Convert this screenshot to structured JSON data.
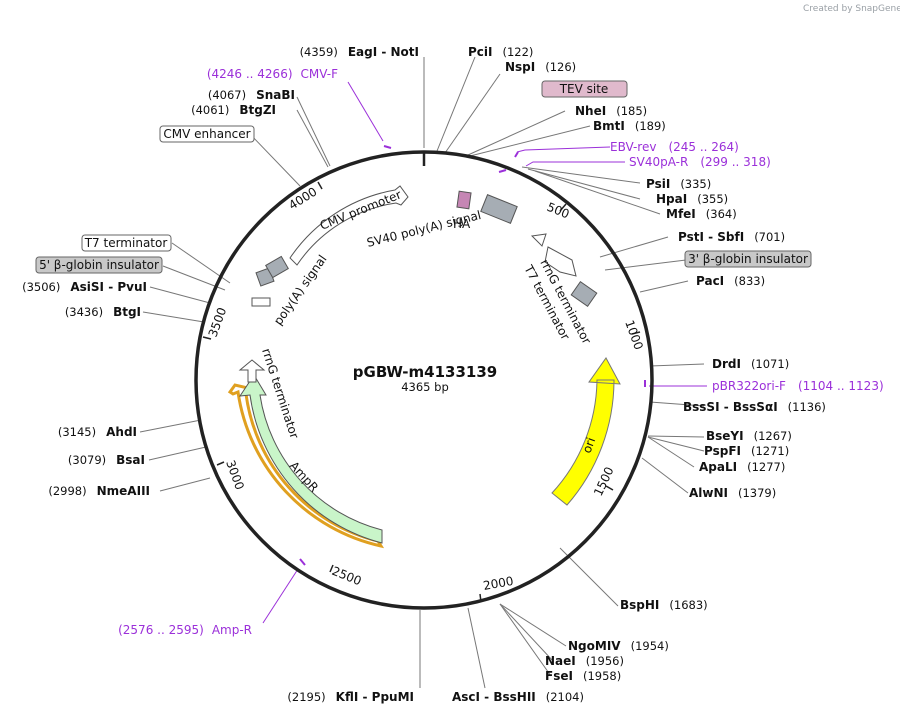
{
  "plasmid": {
    "name": "pGBW-m4133139",
    "length": "4365 bp"
  },
  "credit": "Created by SnapGene",
  "ticks": [
    "500",
    "1000",
    "1500",
    "2000",
    "2500",
    "3000",
    "3500",
    "4000"
  ],
  "features": {
    "ha": "HA",
    "cmv_promoter": "CMV promoter",
    "sv40_polya": "SV40 poly(A) signal",
    "polya_signal": "poly(A) signal",
    "rrng_right": "rrnG terminator",
    "t7_right": "T7 terminator",
    "ori": "ori",
    "rrng_left": "rrnG terminator",
    "ampr": "AmpR"
  },
  "boxed": {
    "tev_site": "TEV site",
    "cmv_enhancer": "CMV enhancer",
    "t7_terminator": "T7 terminator",
    "beta5": "5' β-globin insulator",
    "beta3": "3' β-globin insulator"
  },
  "sites": [
    {
      "side": "L",
      "pos": "(4359)",
      "name": "EagI  -  NotI"
    },
    {
      "side": "R",
      "pos": "(122)",
      "name": "PciI"
    },
    {
      "side": "R",
      "pos": "(126)",
      "name": "NspI"
    },
    {
      "side": "R",
      "pos": "(185)",
      "name": "NheI"
    },
    {
      "side": "R",
      "pos": "(189)",
      "name": "BmtI"
    },
    {
      "side": "R",
      "pos": "(335)",
      "name": "PsiI"
    },
    {
      "side": "R",
      "pos": "(355)",
      "name": "HpaI"
    },
    {
      "side": "R",
      "pos": "(364)",
      "name": "MfeI"
    },
    {
      "side": "R",
      "pos": "(701)",
      "name": "PstI  -  SbfI"
    },
    {
      "side": "R",
      "pos": "(833)",
      "name": "PacI"
    },
    {
      "side": "R",
      "pos": "(1071)",
      "name": "DrdI"
    },
    {
      "side": "R",
      "pos": "(1136)",
      "name": "BssSI  -  BssSαI"
    },
    {
      "side": "R",
      "pos": "(1267)",
      "name": "BseYI"
    },
    {
      "side": "R",
      "pos": "(1271)",
      "name": "PspFI"
    },
    {
      "side": "R",
      "pos": "(1277)",
      "name": "ApaLI"
    },
    {
      "side": "R",
      "pos": "(1379)",
      "name": "AlwNI"
    },
    {
      "side": "R",
      "pos": "(1683)",
      "name": "BspHI"
    },
    {
      "side": "R",
      "pos": "(1954)",
      "name": "NgoMIV"
    },
    {
      "side": "R",
      "pos": "(1956)",
      "name": "NaeI"
    },
    {
      "side": "R",
      "pos": "(1958)",
      "name": "FseI"
    },
    {
      "side": "R",
      "pos": "(2104)",
      "name": "AscI  -  BssHII"
    },
    {
      "side": "L",
      "pos": "(2195)",
      "name": "KflI  -  PpuMI"
    },
    {
      "side": "L",
      "pos": "(2998)",
      "name": "NmeAIII"
    },
    {
      "side": "L",
      "pos": "(3079)",
      "name": "BsaI"
    },
    {
      "side": "L",
      "pos": "(3145)",
      "name": "AhdI"
    },
    {
      "side": "L",
      "pos": "(3436)",
      "name": "BtgI"
    },
    {
      "side": "L",
      "pos": "(3506)",
      "name": "AsiSI  -  PvuI"
    },
    {
      "side": "L",
      "pos": "(4061)",
      "name": "BtgZI"
    },
    {
      "side": "L",
      "pos": "(4067)",
      "name": "SnaBI"
    }
  ],
  "primers": [
    {
      "side": "L",
      "range": "(4246 .. 4266)",
      "name": "CMV-F"
    },
    {
      "side": "R",
      "range": "(245 .. 264)",
      "name": "EBV-rev"
    },
    {
      "side": "R",
      "range": "(299 .. 318)",
      "name": "SV40pA-R"
    },
    {
      "side": "R",
      "range": "(1104 .. 1123)",
      "name": "pBR322ori-F"
    },
    {
      "side": "L",
      "range": "(2576 .. 2595)",
      "name": "Amp-R"
    }
  ]
}
